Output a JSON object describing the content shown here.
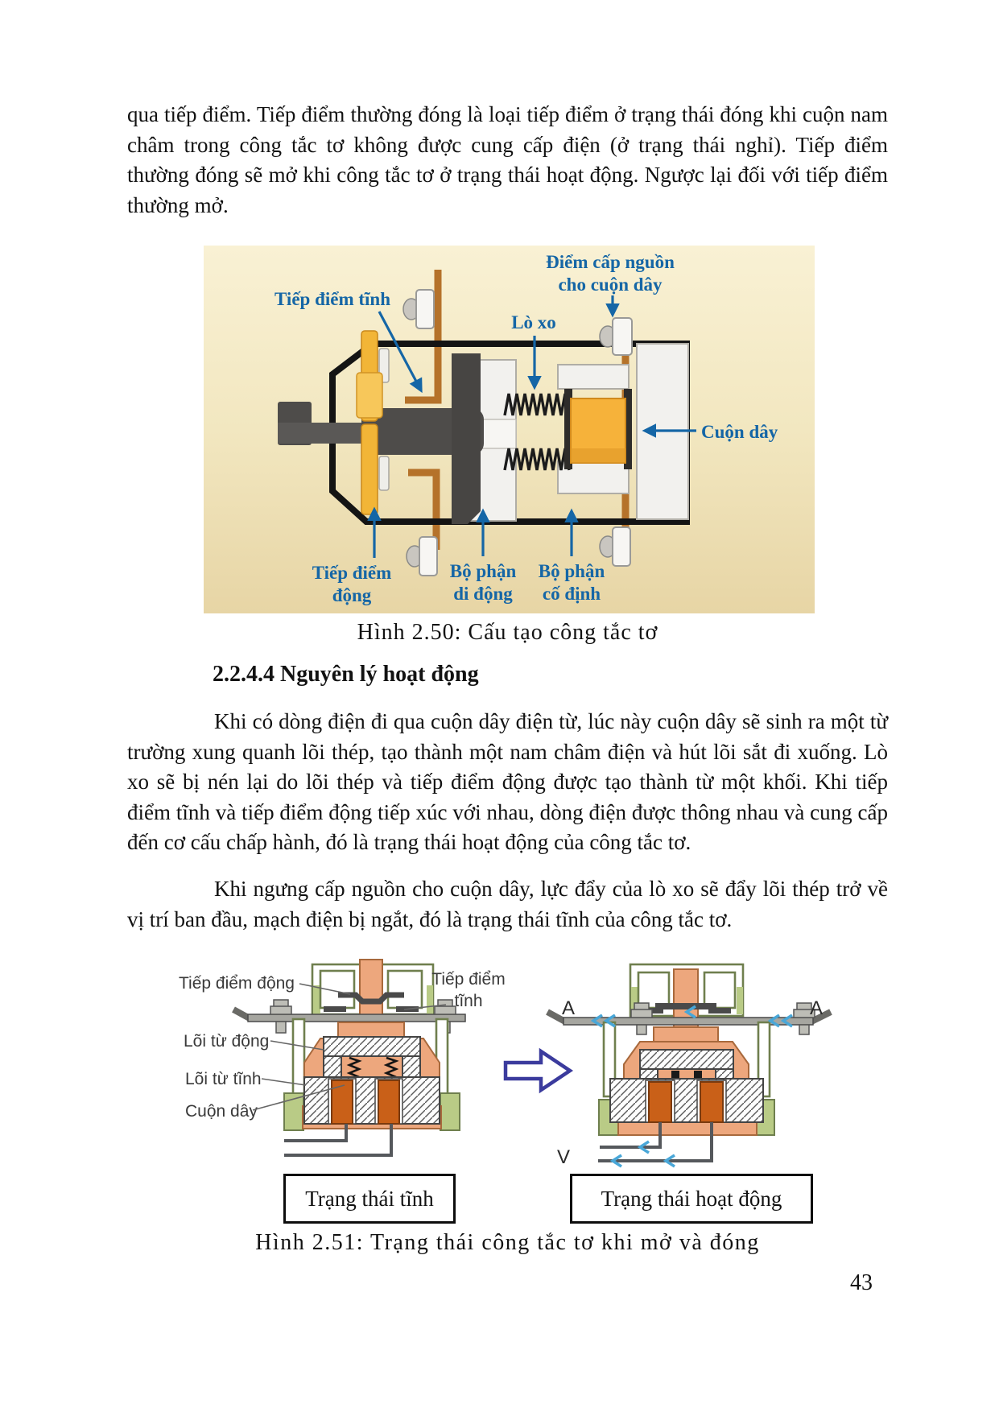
{
  "colors": {
    "label_blue": "#1566a6",
    "current_blue": "#49a7d8",
    "big_arrow_blue": "#3b3b9d",
    "fig1_bg_top": "#f9f1d4",
    "fig1_bg_bottom": "#e7d5a5",
    "gold": "#f2b537",
    "coil_orange": "#f6b23a",
    "copper": "#b5722a",
    "dark_gray": "#4e4c4a",
    "salmon": "#eda77d",
    "salmon_edge": "#a8693c",
    "green": "#b9cb86",
    "olive": "#6f7f4e",
    "coil_dark_orange": "#c96018"
  },
  "content": {
    "p_top": "qua tiếp điểm. Tiếp điểm thường đóng là loại tiếp điểm ở trạng thái đóng khi cuộn nam châm trong công tắc tơ không được cung cấp điện (ở trạng thái nghỉ). Tiếp điểm thường đóng sẽ mở khi công tắc tơ ở trạng thái hoạt động. Ngược lại đối với tiếp điểm thường mở.",
    "fig1": {
      "caption": "Hình 2.50: Cấu tạo công tắc tơ",
      "lbl_tiep_diem_tinh": "Tiếp điểm tĩnh",
      "lbl_diem_cap_1": "Điểm cấp nguồn",
      "lbl_diem_cap_2": "cho cuộn dây",
      "lbl_lo_xo": "Lò xo",
      "lbl_cuon_day": "Cuộn dây",
      "lbl_td_dong_1": "Tiếp điểm",
      "lbl_td_dong_2": "động",
      "lbl_bp_didong_1": "Bộ phận",
      "lbl_bp_didong_2": "di động",
      "lbl_bp_codinh_1": "Bộ phận",
      "lbl_bp_codinh_2": "cố định"
    },
    "heading": "2.2.4.4 Nguyên lý hoạt động",
    "p1": "Khi có dòng điện đi qua cuộn dây điện từ, lúc này cuộn dây sẽ sinh ra một từ trường xung quanh lõi thép, tạo thành một nam châm điện và hút lõi sắt đi xuống. Lò xo sẽ bị nén lại do lõi thép và tiếp điểm động được tạo thành từ một khối. Khi tiếp điểm tĩnh và tiếp điểm động tiếp xúc với nhau, dòng điện được thông nhau và cung cấp đến cơ cấu chấp hành, đó là trạng thái hoạt động của công tắc tơ.",
    "p2": "Khi ngưng cấp nguồn cho cuộn dây, lực đẩy của lò xo sẽ đẩy lõi thép trở về vị trí ban đầu, mạch điện bị ngắt, đó là trạng thái tĩnh của công tắc tơ.",
    "fig2": {
      "caption": "Hình 2.51: Trạng thái công tắc tơ khi mở và đóng",
      "lbl_tiep_diem_dong": "Tiếp điểm động",
      "lbl_tiep_diem_tinh_1": "Tiếp điểm",
      "lbl_tiep_diem_tinh_2": "tĩnh",
      "lbl_loi_tu_dong": "Lõi từ động",
      "lbl_loi_tu_tinh": "Lõi từ tĩnh",
      "lbl_cuon_day": "Cuộn dây",
      "lbl_a_left": "A",
      "lbl_a_right": "A",
      "lbl_v": "V",
      "state_static": "Trạng thái tĩnh",
      "state_active": "Trạng thái hoạt động"
    },
    "page_number": "43"
  }
}
